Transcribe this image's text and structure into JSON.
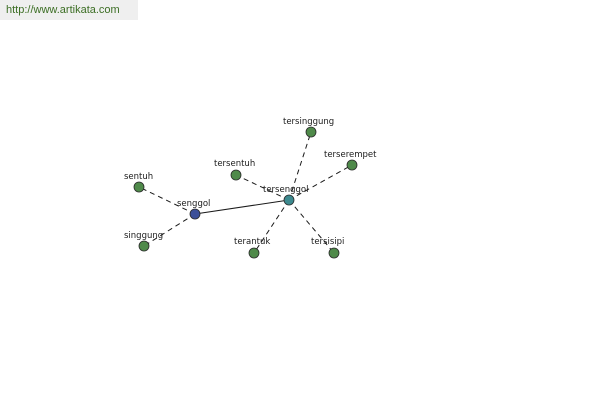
{
  "url": {
    "text": "http://www.artikata.com"
  },
  "colors": {
    "leaf_node": "#4f8a4a",
    "hub_node": "#3d8a8f",
    "root_node": "#3c4f98",
    "edge": "#1a1a1a"
  },
  "graph": {
    "nodes": [
      {
        "id": "senggol",
        "label": "senggol",
        "role": "root"
      },
      {
        "id": "tersenggol",
        "label": "tersenggol",
        "role": "hub"
      },
      {
        "id": "sentuh",
        "label": "sentuh",
        "role": "leaf"
      },
      {
        "id": "singgung",
        "label": "singgung",
        "role": "leaf"
      },
      {
        "id": "tersentuh",
        "label": "tersentuh",
        "role": "leaf"
      },
      {
        "id": "tersinggung",
        "label": "tersinggung",
        "role": "leaf"
      },
      {
        "id": "terserempet",
        "label": "terserempet",
        "role": "leaf"
      },
      {
        "id": "terantuk",
        "label": "terantuk",
        "role": "leaf"
      },
      {
        "id": "tersisipi",
        "label": "tersisipi",
        "role": "leaf"
      }
    ],
    "edges": [
      {
        "from": "senggol",
        "to": "tersenggol",
        "style": "solid"
      },
      {
        "from": "senggol",
        "to": "sentuh",
        "style": "dashed"
      },
      {
        "from": "senggol",
        "to": "singgung",
        "style": "dashed"
      },
      {
        "from": "tersenggol",
        "to": "tersentuh",
        "style": "dashed"
      },
      {
        "from": "tersenggol",
        "to": "tersinggung",
        "style": "dashed"
      },
      {
        "from": "tersenggol",
        "to": "terserempet",
        "style": "dashed"
      },
      {
        "from": "tersenggol",
        "to": "terantuk",
        "style": "dashed"
      },
      {
        "from": "tersenggol",
        "to": "tersisipi",
        "style": "dashed"
      }
    ]
  }
}
